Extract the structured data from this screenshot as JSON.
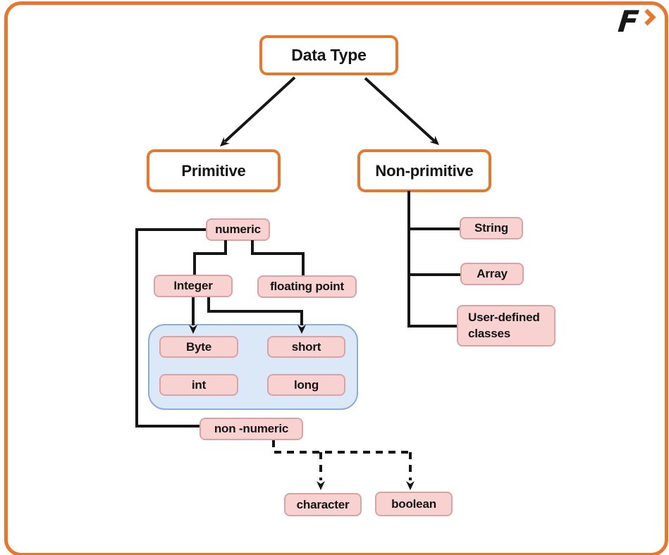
{
  "logo": {
    "letter": "F",
    "chevron_icon": "angle-right"
  },
  "colors": {
    "background": "#FFFFFF",
    "frame_orange": "#E8772E",
    "pink_fill": "#F8D1D1",
    "pink_border": "#D9A3A3",
    "blue_panel_fill": "#DBE8F8",
    "blue_panel_border": "#8FACD4",
    "connector_black": "#161616"
  },
  "nodes": {
    "root": {
      "label": "Data Type"
    },
    "primitive": {
      "label": "Primitive"
    },
    "non_primitive": {
      "label": "Non-primitive"
    },
    "numeric": {
      "label": "numeric"
    },
    "integer": {
      "label": "Integer"
    },
    "floating_point": {
      "label": "floating point"
    },
    "byte": {
      "label": "Byte"
    },
    "short": {
      "label": "short"
    },
    "int": {
      "label": "int"
    },
    "long": {
      "label": "long"
    },
    "non_numeric": {
      "label": "non -numeric"
    },
    "character": {
      "label": "character"
    },
    "boolean": {
      "label": "boolean"
    },
    "string": {
      "label": "String"
    },
    "array": {
      "label": "Array"
    },
    "user_defined": {
      "label": "User-defined classes"
    }
  },
  "edges": [
    {
      "from": "root",
      "to": "primitive",
      "style": "solid-arrow"
    },
    {
      "from": "root",
      "to": "non_primitive",
      "style": "solid-arrow"
    },
    {
      "from": "non_primitive",
      "to": "string",
      "style": "solid"
    },
    {
      "from": "non_primitive",
      "to": "array",
      "style": "solid"
    },
    {
      "from": "non_primitive",
      "to": "user_defined",
      "style": "solid"
    },
    {
      "from": "numeric",
      "to": "integer",
      "style": "solid"
    },
    {
      "from": "numeric",
      "to": "floating_point",
      "style": "solid"
    },
    {
      "from": "numeric",
      "to": "non_numeric",
      "style": "solid"
    },
    {
      "from": "integer",
      "to": "byte",
      "style": "solid-arrow"
    },
    {
      "from": "integer",
      "to": "short",
      "style": "solid-arrow"
    },
    {
      "from": "non_numeric",
      "to": "character",
      "style": "dashed-arrow"
    },
    {
      "from": "non_numeric",
      "to": "boolean",
      "style": "dashed-arrow"
    }
  ]
}
